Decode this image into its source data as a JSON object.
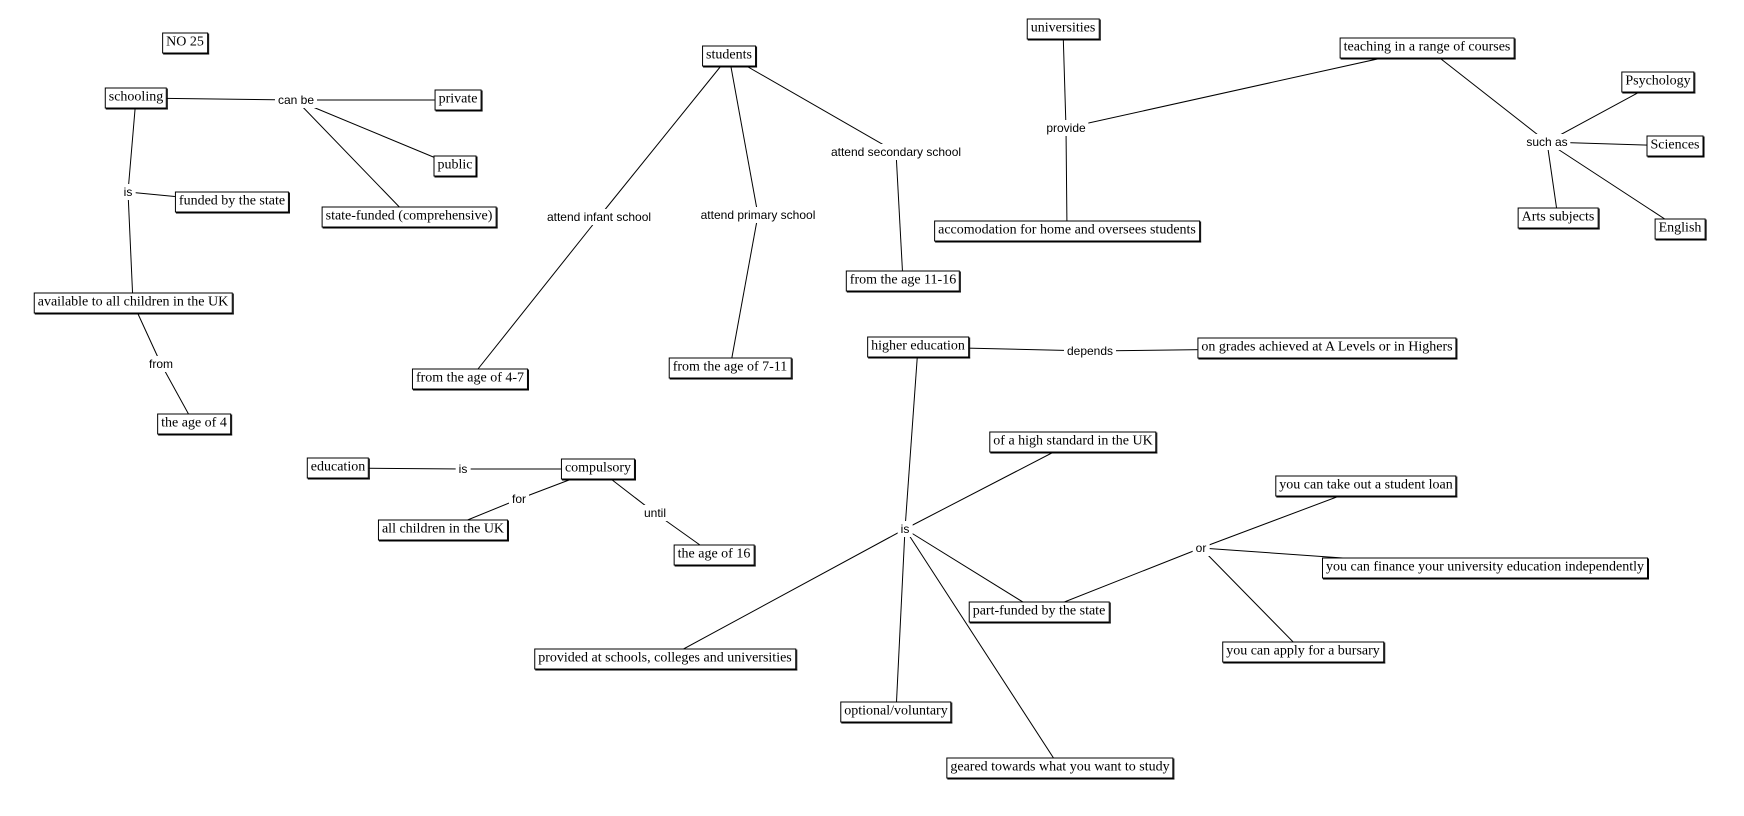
{
  "diagram": {
    "title_box": "NO 25",
    "concepts": {
      "schooling": "schooling",
      "private": "private",
      "public": "public",
      "state_funded": "state-funded (comprehensive)",
      "funded_by_state": "funded by the state",
      "available_uk": "available to all children in the UK",
      "age_4": "the age of 4",
      "students": "students",
      "from_age_4_7": "from the age of 4-7",
      "from_age_7_11": "from the age of 7-11",
      "from_age_11_16": "from the age 11-16",
      "universities": "universities",
      "teaching_courses": "teaching in a range of courses",
      "accomodation": "accomodation for home and oversees students",
      "psychology": "Psychology",
      "sciences": "Sciences",
      "arts_subjects": "Arts subjects",
      "english": "English",
      "education": "education",
      "compulsory": "compulsory",
      "all_children_uk": "all children in the UK",
      "age_16": "the age of 16",
      "higher_education": "higher education",
      "grades_levels": "on grades achieved at A Levels or in Highers",
      "high_standard": "of a high standard in the UK",
      "provided_at": "provided at schools, colleges and universities",
      "optional": "optional/voluntary",
      "geared_towards": "geared towards what you want to study",
      "part_funded": "part-funded by the state",
      "student_loan": "you can take out a student loan",
      "finance_independently": "you can finance your university education independently",
      "bursary": "you can apply for a bursary"
    },
    "linking_phrases": {
      "can_be": "can be",
      "is_schooling": "is",
      "from": "from",
      "attend_infant": "attend infant school",
      "attend_primary": "attend primary school",
      "attend_secondary": "attend secondary school",
      "provide": "provide",
      "such_as": "such as",
      "is_education": "is",
      "for": "for",
      "until": "until",
      "depends": "depends",
      "is_higher": "is",
      "or": "or"
    }
  }
}
